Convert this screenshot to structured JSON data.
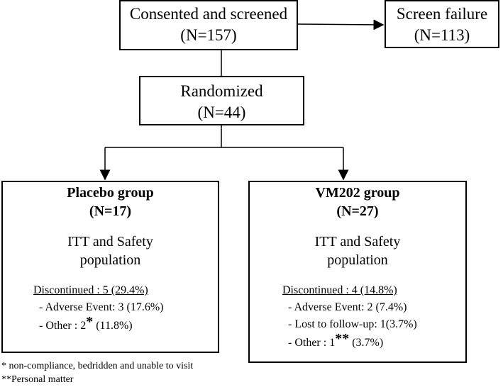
{
  "consented": {
    "label": "Consented and screened",
    "n": "(N=157)"
  },
  "screen_failure": {
    "label": "Screen failure",
    "n": "(N=113)"
  },
  "randomized": {
    "label": "Randomized",
    "n": "(N=44)"
  },
  "placebo": {
    "title": "Placebo group",
    "n": "(N=17)",
    "population_line1": "ITT and Safety",
    "population_line2": "population",
    "discontinued": "Discontinued : 5 (29.4%)",
    "adverse": "- Adverse Event: 3 (17.6%)",
    "other_prefix": "- Other : 2",
    "other_marker": "*",
    "other_suffix": " (11.8%)"
  },
  "vm202": {
    "title": "VM202 group",
    "n": "(N=27)",
    "population_line1": "ITT and Safety",
    "population_line2": "population",
    "discontinued": "Discontinued : 4 (14.8%)",
    "adverse": "- Adverse Event: 2 (7.4%)",
    "lost": "- Lost to follow-up: 1(3.7%)",
    "other_prefix": "- Other : 1",
    "other_marker": "**",
    "other_suffix": " (3.7%)"
  },
  "footnotes": {
    "f1": "* non-compliance, bedridden and unable to visit",
    "f2": "**Personal matter"
  }
}
